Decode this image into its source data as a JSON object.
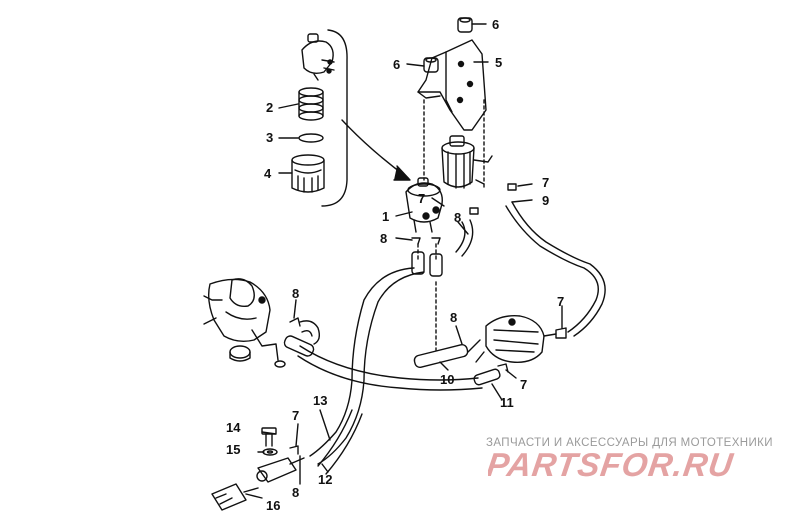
{
  "part_labels": {
    "n1": "1",
    "n2": "2",
    "n3": "3",
    "n4": "4",
    "n5": "5",
    "n6a": "6",
    "n6b": "6",
    "n7a": "7",
    "n7b": "7",
    "n7c": "7",
    "n7d": "7",
    "n7e": "7",
    "n7f": "7",
    "n8a": "8",
    "n8b": "8",
    "n8c": "8",
    "n8d": "8",
    "n8e": "8",
    "n9": "9",
    "n10": "10",
    "n11": "11",
    "n12": "12",
    "n13": "13",
    "n14": "14",
    "n15": "15",
    "n16": "16"
  },
  "watermark": {
    "tagline": "ЗАПЧАСТИ И АКСЕССУАРЫ ДЛЯ МОТОТЕХНИКИ",
    "logo": "PARTSFOR.RU",
    "logo_color": "#e4a3a3"
  },
  "colors": {
    "line": "#111111",
    "paper": "#ffffff"
  }
}
